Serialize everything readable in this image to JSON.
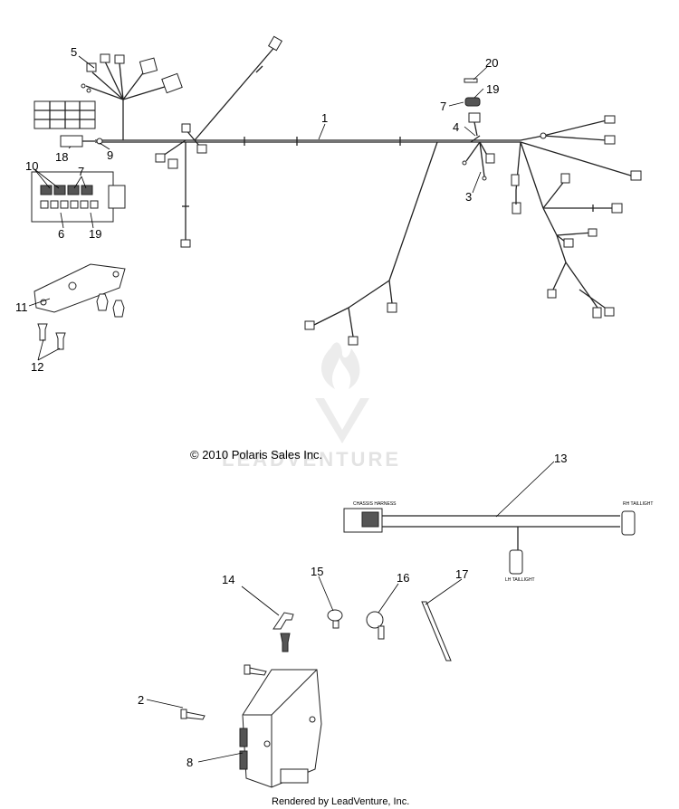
{
  "copyright": "© 2010 Polaris Sales Inc.",
  "footer": "Rendered by LeadVenture, Inc.",
  "watermark": "LEADVENTURE",
  "callouts": [
    "1",
    "2",
    "3",
    "4",
    "5",
    "6",
    "7",
    "7",
    "8",
    "9",
    "10",
    "11",
    "12",
    "13",
    "14",
    "15",
    "16",
    "17",
    "18",
    "19",
    "19",
    "20"
  ],
  "harness_13_labels": {
    "left_connector": "CHASSIS HARNESS",
    "right_connector": "RH TAILLIGHT",
    "bottom_connector": "LH TAILLIGHT"
  }
}
